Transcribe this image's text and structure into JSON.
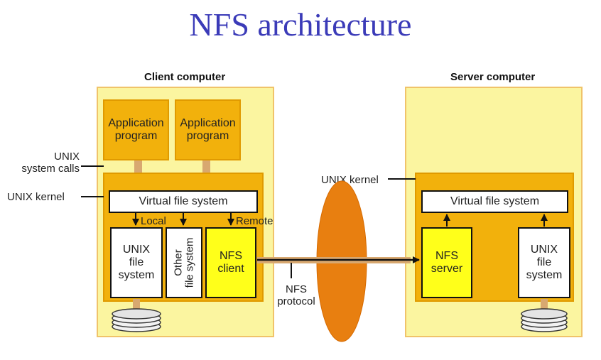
{
  "title": "NFS architecture",
  "client": {
    "heading": "Client computer",
    "app1": [
      "Application",
      "program"
    ],
    "app2": [
      "Application",
      "program"
    ],
    "system_calls": [
      "UNIX",
      "system calls"
    ],
    "kernel_label": "UNIX kernel",
    "vfs": "Virtual file system",
    "local": "Local",
    "remote": "Remote",
    "unix_fs": [
      "UNIX",
      "file",
      "system"
    ],
    "other_fs": [
      "Other",
      "file system"
    ],
    "nfs_client": [
      "NFS",
      "client"
    ]
  },
  "protocol": [
    "NFS",
    "protocol"
  ],
  "server": {
    "heading": "Server computer",
    "kernel_label": "UNIX kernel",
    "vfs": "Virtual file system",
    "nfs_server": [
      "NFS",
      "server"
    ],
    "unix_fs": [
      "UNIX",
      "file",
      "system"
    ]
  },
  "colors": {
    "title": "#3b3bb8",
    "panel": "#fbf5a0",
    "kernel": "#f2b10c",
    "nfs_box": "#ffff1a",
    "network": "#e87f10"
  }
}
